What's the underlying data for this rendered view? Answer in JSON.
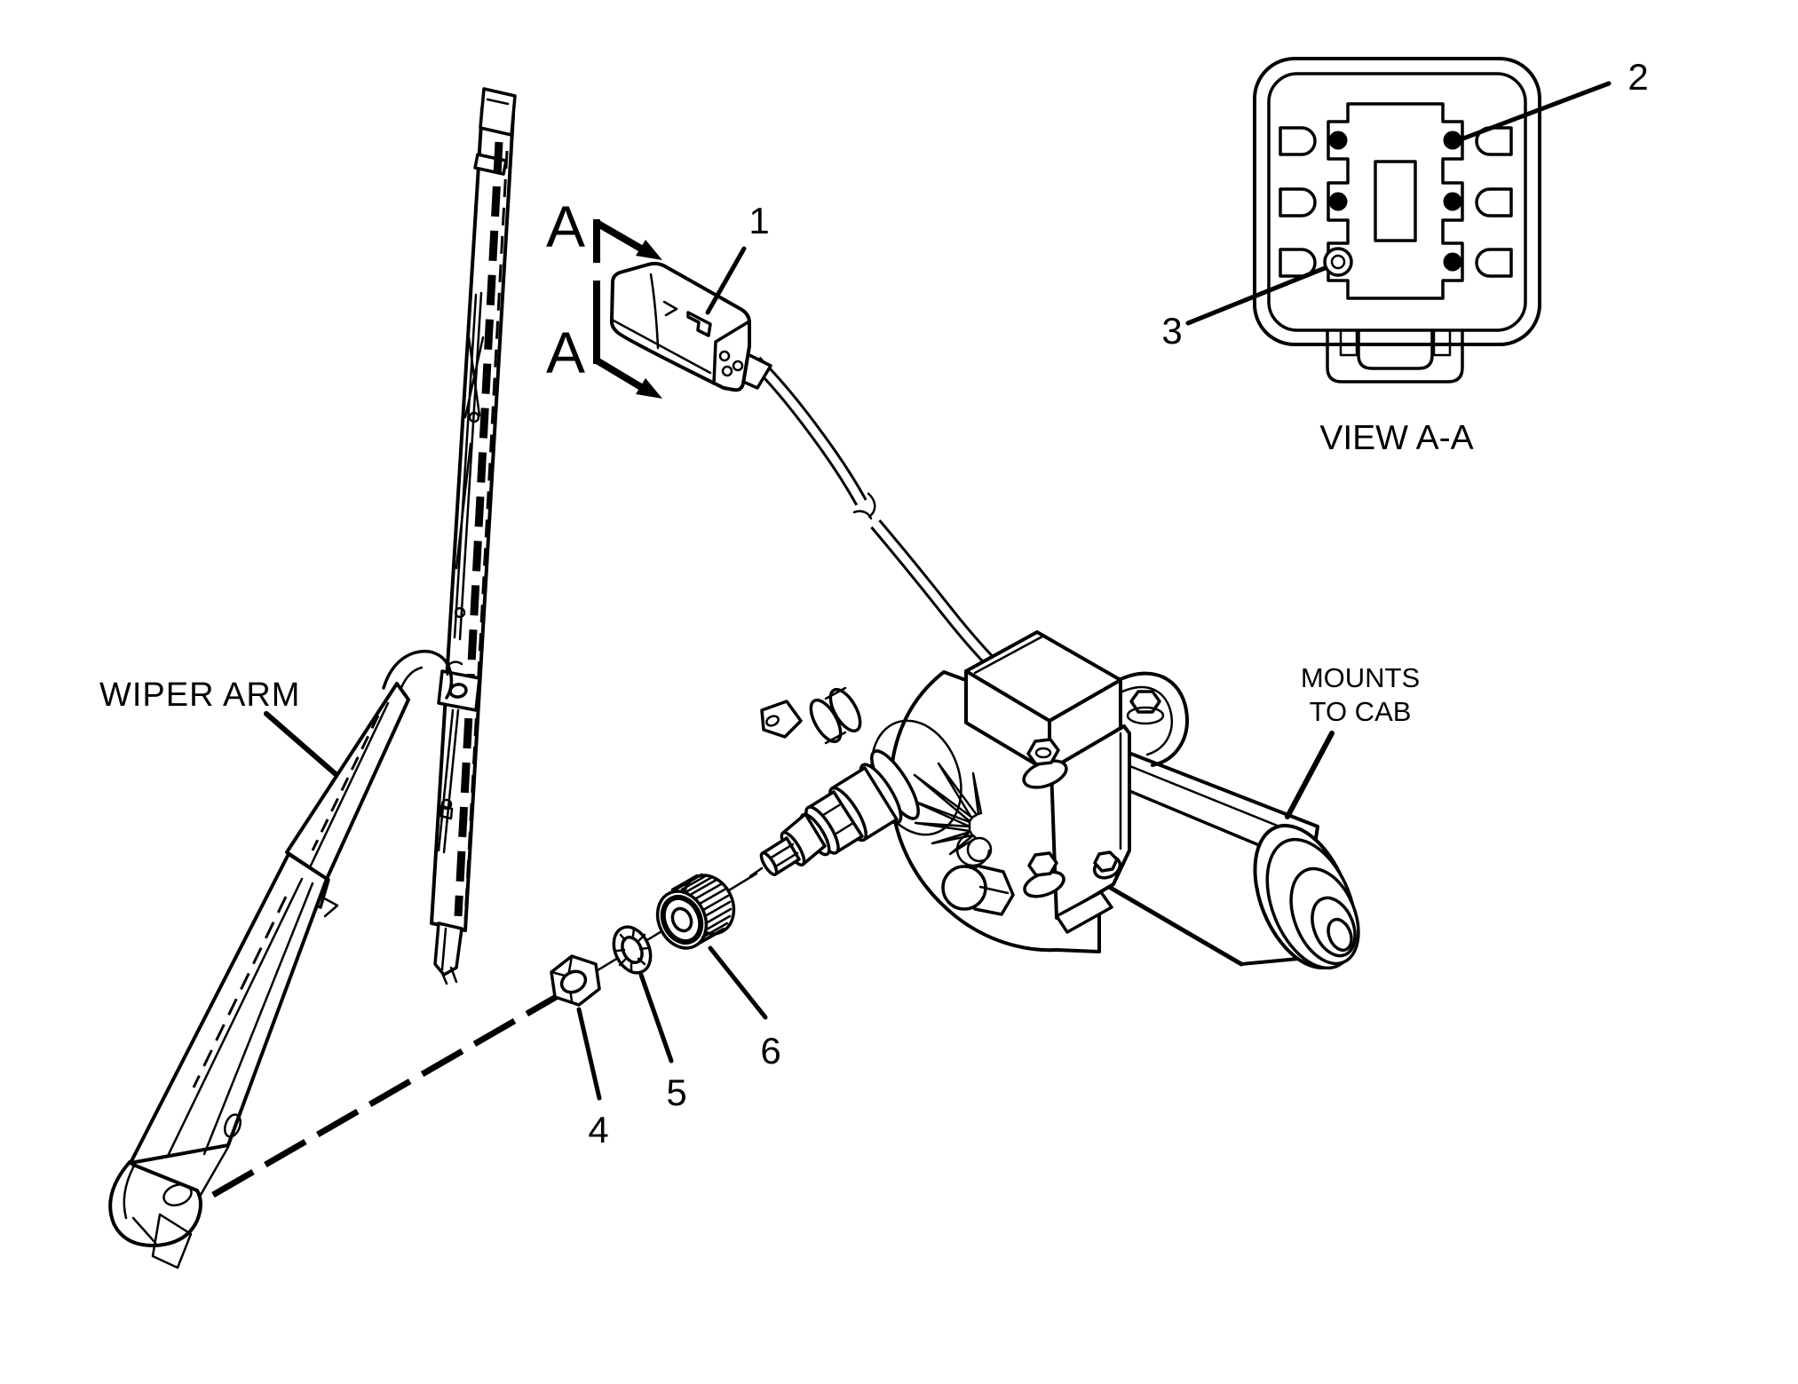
{
  "colors": {
    "background": "#ffffff",
    "line": "#000000"
  },
  "labels": {
    "wiper_arm": "WIPER ARM",
    "mounts_to_cab_line1": "MOUNTS",
    "mounts_to_cab_line2": "TO CAB",
    "view_aa": "VIEW A-A",
    "section_letter_upper": "A",
    "section_letter_lower": "A"
  },
  "callouts": [
    {
      "number": "1"
    },
    {
      "number": "2"
    },
    {
      "number": "3"
    },
    {
      "number": "4"
    },
    {
      "number": "5"
    },
    {
      "number": "6"
    }
  ]
}
